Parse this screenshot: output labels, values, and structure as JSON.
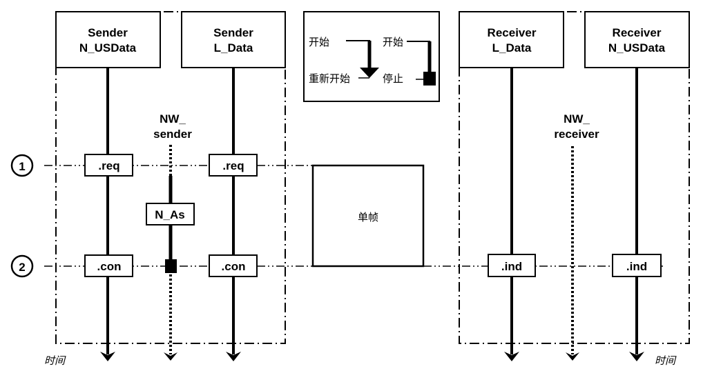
{
  "title": "Single-frame transmission sequence",
  "lanes": {
    "sender_nusdata": {
      "line1": "Sender",
      "line2": "N_USData"
    },
    "sender_ldata": {
      "line1": "Sender",
      "line2": "L_Data"
    },
    "receiver_ldata": {
      "line1": "Receiver",
      "line2": "L_Data"
    },
    "receiver_nusdata": {
      "line1": "Receiver",
      "line2": "N_USData"
    }
  },
  "timers": {
    "nw_sender": {
      "line1": "NW_",
      "line2": "sender"
    },
    "nw_receiver": {
      "line1": "NW_",
      "line2": "receiver"
    },
    "n_as": "N_As"
  },
  "legend": {
    "start_1": "开始",
    "restart": "重新开始",
    "start_2": "开始",
    "stop": "停止"
  },
  "steps": [
    {
      "number": "1",
      "marker": "①"
    },
    {
      "number": "2",
      "marker": "②"
    }
  ],
  "primitives": {
    "req": ".req",
    "con": ".con",
    "ind": ".ind"
  },
  "frame": {
    "label": "单帧"
  },
  "time_label": "时间"
}
